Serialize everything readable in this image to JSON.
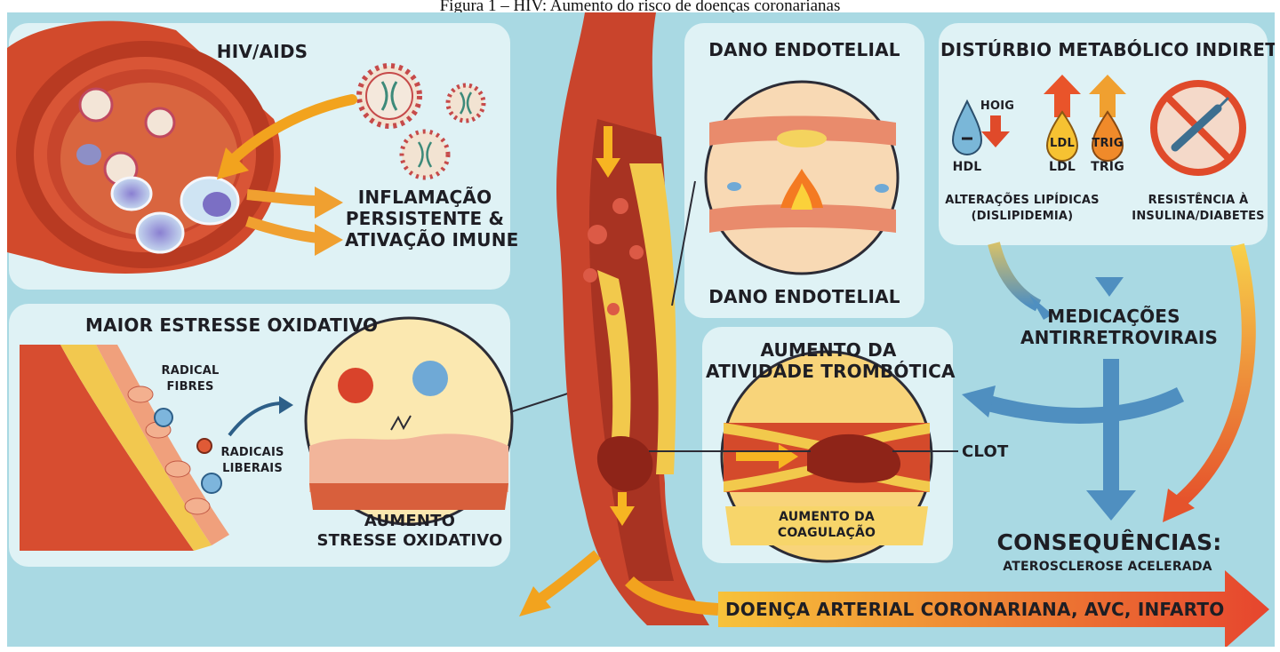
{
  "caption": "Figura 1 – HIV: Aumento do risco de doenças coronarianas",
  "panels": {
    "hiv": {
      "title": "HIV/AIDS",
      "result": [
        "INFLAMAÇÃO",
        "PERSISTENTE &",
        "ATIVAÇÃO IMUNE"
      ]
    },
    "oxidative": {
      "title": "MAIOR ESTRESSE OXIDATIVO",
      "radical_fibres": [
        "RADICAL",
        "FIBRES"
      ],
      "radicais_liberais": [
        "RADICAIS",
        "LIBERAIS"
      ],
      "result": [
        "AUMENTO",
        "STRESSE OXIDATIVO"
      ]
    },
    "endothelial": {
      "title": "DANO ENDOTELIAL",
      "caption": "DANO ENDOTELIAL"
    },
    "thrombotic": {
      "title": [
        "AUMENTO DA",
        "ATIVIDADE TROMBÓTICA"
      ],
      "clot_label": "CLOT",
      "result": [
        "AUMENTO DA",
        "COAGULAÇÃO"
      ]
    },
    "metabolic": {
      "title": "DISTÚRBIO METABÓLICO INDIRETO",
      "hoig": "HOIG",
      "hdl": "HDL",
      "ldl": "LDL",
      "trig": "TRIG",
      "ldl_drop": "LDL",
      "trig_drop": "TRIG",
      "lipid_label": [
        "ALTERAÇÕES LIPÍDICAS",
        "(DISLIPIDEMIA)"
      ],
      "insulin_label": [
        "RESISTÊNCIA À",
        "INSULINA/DIABETES"
      ]
    }
  },
  "medications": [
    "MEDICAÇÕES",
    "ANTIRRETROVIRAIS"
  ],
  "consequences": {
    "title": "CONSEQUÊNCIAS:",
    "subtitle": "ATEROSCLEROSE ACELERADA",
    "banner": "DOENÇA ARTERIAL CORONARIANA, AVC, INFARTO"
  },
  "colors": {
    "background": "#a9d9e3",
    "panel": "#dff2f5",
    "artery": "#c9442c",
    "plaque": "#f2c94c",
    "arrow_orange": "#f0a030",
    "arrow_blue": "#4f8fc0",
    "banner_start": "#f7c23a",
    "banner_end": "#e6452e"
  }
}
